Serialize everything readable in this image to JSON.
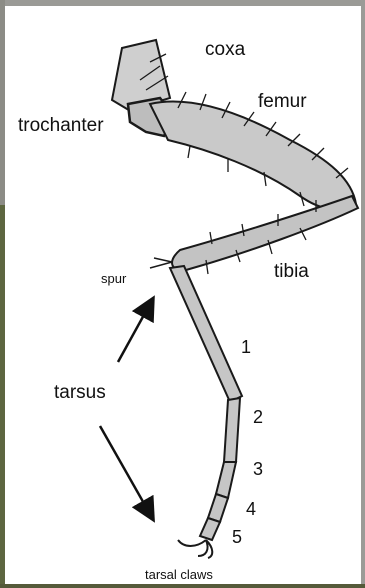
{
  "labels": {
    "coxa": "coxa",
    "femur": "femur",
    "trochanter": "trochanter",
    "spur": "spur",
    "tibia": "tibia",
    "tarsus": "tarsus",
    "tarsal_claws": "tarsal claws",
    "segments": [
      "1",
      "2",
      "3",
      "4",
      "5"
    ]
  },
  "colors": {
    "segment_fill": "#c9c9c9",
    "outline": "#1a1a1a",
    "background": "#ffffff"
  }
}
